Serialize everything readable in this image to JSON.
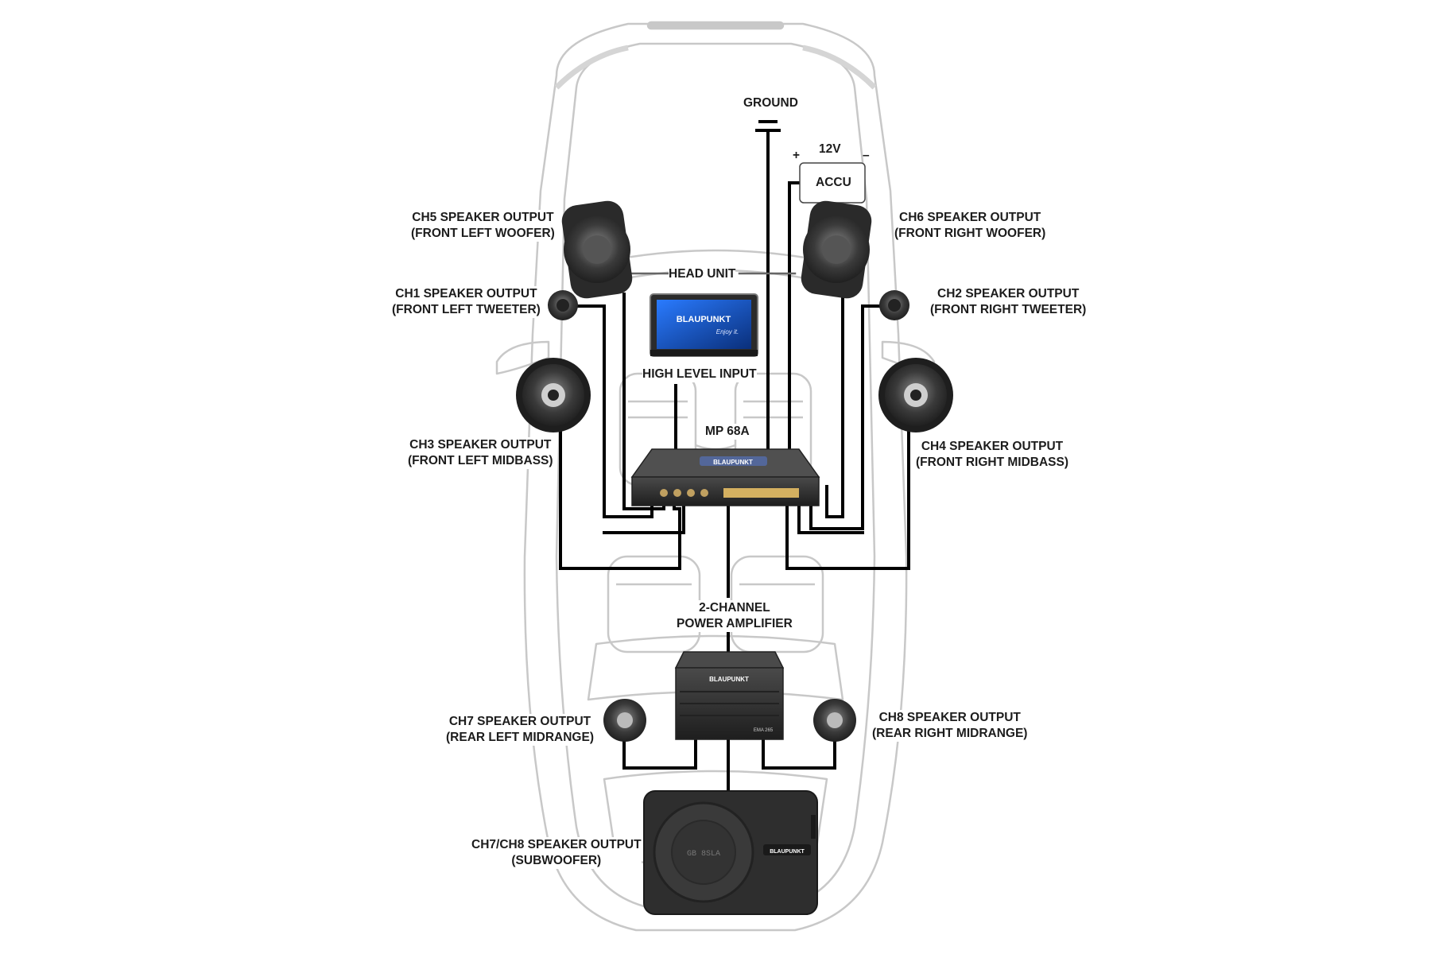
{
  "labels": {
    "ground": "GROUND",
    "voltage": "12V",
    "plus": "+",
    "minus": "–",
    "accu": "ACCU",
    "head_unit": "HEAD UNIT",
    "high_level_input": "HIGH LEVEL INPUT",
    "dsp": "MP 68A",
    "amp_line1": "2-CHANNEL",
    "amp_line2": "POWER AMPLIFIER"
  },
  "speakers": {
    "ch5": {
      "line1": "CH5 SPEAKER OUTPUT",
      "line2": "(FRONT LEFT WOOFER)"
    },
    "ch6": {
      "line1": "CH6 SPEAKER OUTPUT",
      "line2": "(FRONT RIGHT WOOFER)"
    },
    "ch1": {
      "line1": "CH1 SPEAKER OUTPUT",
      "line2": "(FRONT LEFT TWEETER)"
    },
    "ch2": {
      "line1": "CH2 SPEAKER OUTPUT",
      "line2": "(FRONT RIGHT TWEETER)"
    },
    "ch3": {
      "line1": "CH3 SPEAKER OUTPUT",
      "line2": "(FRONT LEFT MIDBASS)"
    },
    "ch4": {
      "line1": "CH4 SPEAKER OUTPUT",
      "line2": "(FRONT RIGHT MIDBASS)"
    },
    "ch7": {
      "line1": "CH7 SPEAKER OUTPUT",
      "line2": "(REAR LEFT MIDRANGE)"
    },
    "ch8": {
      "line1": "CH8 SPEAKER OUTPUT",
      "line2": "(REAR RIGHT MIDRANGE)"
    },
    "sub": {
      "line1": "CH7/CH8 SPEAKER OUTPUT",
      "line2": "(SUBWOOFER)"
    }
  },
  "brand": {
    "name": "BLAUPUNKT",
    "tagline": "Enjoy it.",
    "amp_model": "EMA 265",
    "sub_model": "GB 8SLA"
  },
  "colors": {
    "wire": "#000000",
    "car_outline": "#c8c8c8",
    "device_dark": "#2a2a2a",
    "screen_blue": "#1a5fd0"
  }
}
